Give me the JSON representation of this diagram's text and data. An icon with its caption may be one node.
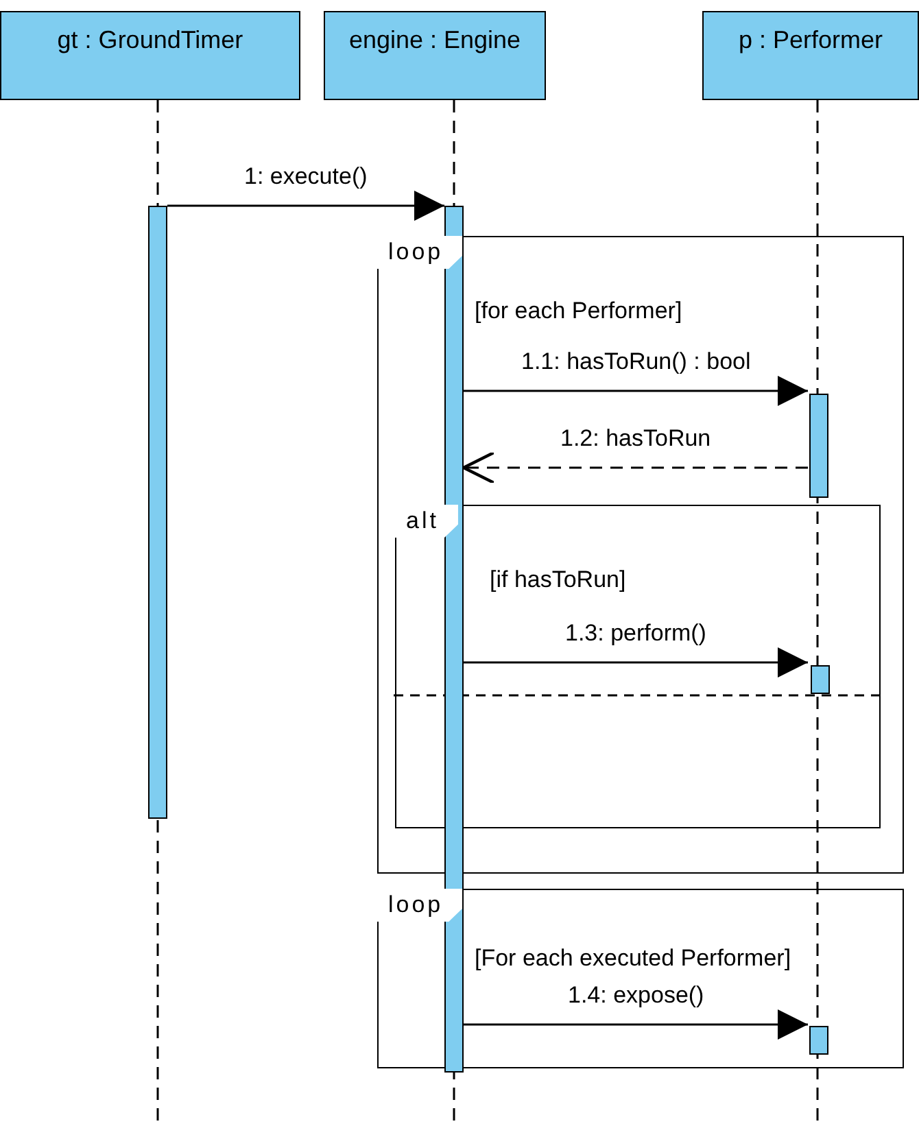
{
  "diagram": {
    "nodes": [
      {
        "text": [
          "gt : GroundTimer"
        ]
      },
      {
        "text": [
          "engine : Engine"
        ]
      },
      {
        "text": [
          "p : Performer"
        ]
      },
      {
        "text": [],
        "shape": "bar"
      },
      {
        "text": [],
        "shape": "bar"
      },
      {
        "text": [
          "loop",
          "[for each Performer]"
        ]
      },
      {
        "text": [],
        "shape": "bar",
        "in": 5
      },
      {
        "text": [
          "alt",
          "[if hasToRun]"
        ],
        "in": 5
      },
      {
        "text": [],
        "shape": "bar",
        "in": 7
      },
      {
        "text": [
          "loop",
          "[For each executed Performer]"
        ]
      },
      {
        "text": [],
        "shape": "bar",
        "in": 9
      }
    ],
    "edges": [
      {
        "from": 3,
        "to": 4,
        "arrow": "to",
        "label": "1: execute()"
      },
      {
        "from": 4,
        "to": 6,
        "arrow": "to",
        "label": "1.1: hasToRun() : bool"
      },
      {
        "from": 6,
        "to": 4,
        "arrow": "to",
        "label": "1.2: hasToRun",
        "style": "dashed"
      },
      {
        "from": 4,
        "to": 8,
        "arrow": "to",
        "label": "1.3: perform()"
      },
      {
        "from": 4,
        "to": 10,
        "arrow": "to",
        "label": "1.4: expose()"
      }
    ]
  }
}
